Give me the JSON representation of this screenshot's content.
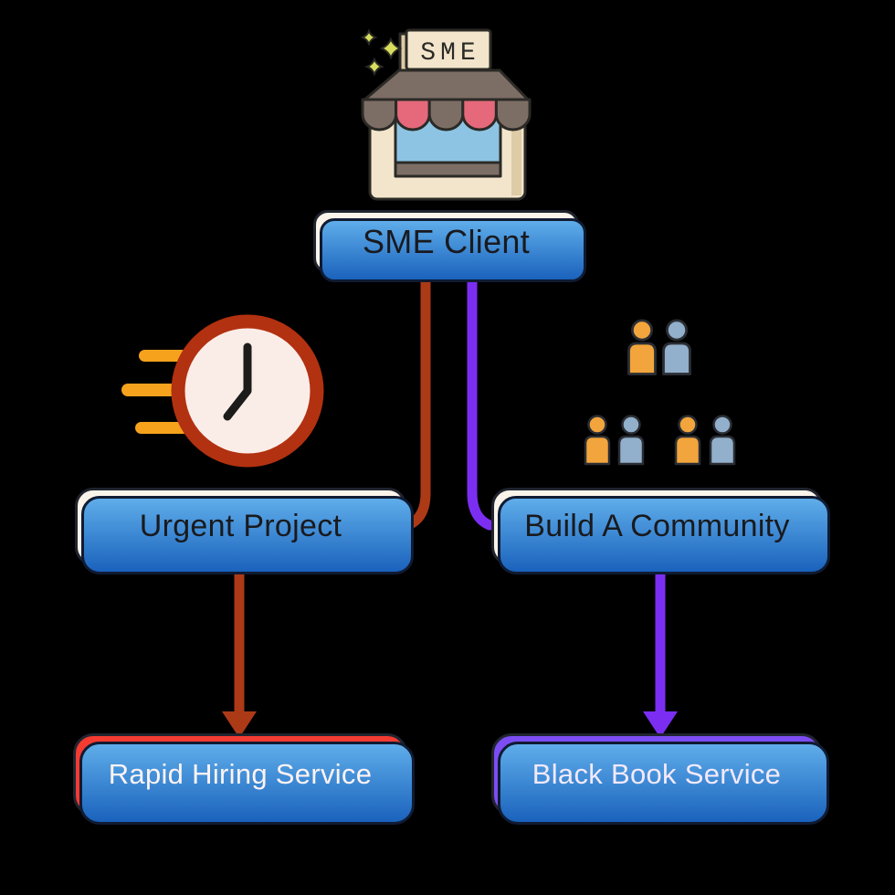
{
  "diagram": {
    "storefront_sign": "SME",
    "nodes": {
      "client": {
        "label": "SME Client"
      },
      "urgent": {
        "label": "Urgent Project"
      },
      "community": {
        "label": "Build A Community"
      },
      "rapid": {
        "label": "Rapid Hiring Service"
      },
      "blackbook": {
        "label": "Black Book Service"
      }
    },
    "edges": [
      {
        "from": "SME Client",
        "to": "Urgent Project",
        "color": "#AC3A16",
        "style": "elbow-curve"
      },
      {
        "from": "SME Client",
        "to": "Build A Community",
        "color": "#7B2EF2",
        "style": "elbow-curve"
      },
      {
        "from": "Urgent Project",
        "to": "Rapid Hiring Service",
        "color": "#AC3A16",
        "style": "straight-arrow"
      },
      {
        "from": "Build A Community",
        "to": "Black Book Service",
        "color": "#7B2EF2",
        "style": "straight-arrow"
      }
    ],
    "icons": [
      {
        "name": "storefront-icon",
        "meaning": "SME shop building with awning, window and sparkles"
      },
      {
        "name": "fast-clock-icon",
        "meaning": "clock with speed lines for urgency"
      },
      {
        "name": "people-group-icon",
        "meaning": "community of six people in two rows"
      }
    ]
  },
  "colors": {
    "bg": "#000000",
    "node-fill": "#FBF4EA",
    "node-border": "#20242F",
    "node-text": "#191A1E",
    "shadow-top": "#5FADEA",
    "shadow-bottom": "#1A62BC",
    "shadow-border": "#101B33",
    "edge-red": "#AC3A16",
    "edge-purple": "#7B2EF2",
    "rapid-fill": "#F43B31",
    "rapid-text": "#FDF3F3",
    "black-fill": "#7C4DF2",
    "black-text": "#F2E9FA",
    "clock-ring": "#B23110",
    "clock-face": "#FAEDE8",
    "clock-hand": "#1C1C1A",
    "speed-orange": "#F6A21D",
    "store-cream": "#F2E5CB",
    "store-cream-dark": "#DECCA7",
    "awning-taupe": "#7D6E65",
    "scallop-pink": "#E5697B",
    "window-blue": "#8EC4E3",
    "sparkle-yellow": "#D8DE5C",
    "outline": "#2B2A26",
    "person-orange": "#F2A53C",
    "person-blue": "#92AFCB",
    "person-outline": "#2A2D33"
  }
}
